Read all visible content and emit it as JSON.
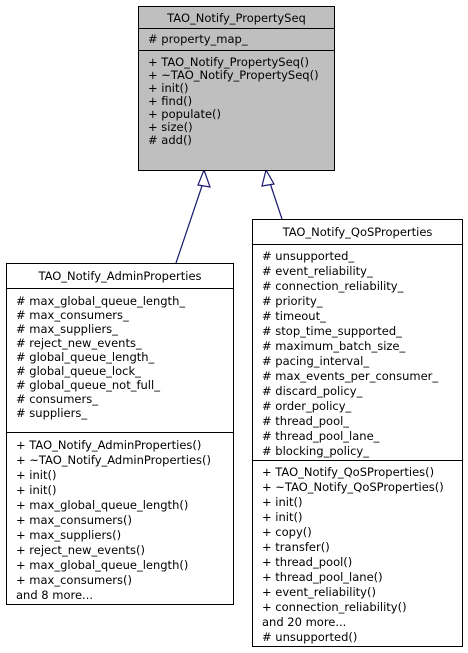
{
  "classes": {
    "property_seq": {
      "name": "TAO_Notify_PropertySeq",
      "attributes": [
        "# property_map_"
      ],
      "methods": [
        "+ TAO_Notify_PropertySeq()",
        "+ ~TAO_Notify_PropertySeq()",
        "+ init()",
        "+ find()",
        "+ populate()",
        "+ size()",
        "# add()"
      ]
    },
    "admin_properties": {
      "name": "TAO_Notify_AdminProperties",
      "attributes": [
        "# max_global_queue_length_",
        "# max_consumers_",
        "# max_suppliers_",
        "# reject_new_events_",
        "# global_queue_length_",
        "# global_queue_lock_",
        "# global_queue_not_full_",
        "# consumers_",
        "# suppliers_"
      ],
      "methods": [
        "+ TAO_Notify_AdminProperties()",
        "+ ~TAO_Notify_AdminProperties()",
        "+ init()",
        "+ init()",
        "+ max_global_queue_length()",
        "+ max_consumers()",
        "+ max_suppliers()",
        "+ reject_new_events()",
        "+ max_global_queue_length()",
        "+ max_consumers()",
        "and 8 more..."
      ]
    },
    "qos_properties": {
      "name": "TAO_Notify_QoSProperties",
      "attributes": [
        "# unsupported_",
        "# event_reliability_",
        "# connection_reliability_",
        "# priority_",
        "# timeout_",
        "# stop_time_supported_",
        "# maximum_batch_size_",
        "# pacing_interval_",
        "# max_events_per_consumer_",
        "# discard_policy_",
        "# order_policy_",
        "# thread_pool_",
        "# thread_pool_lane_",
        "# blocking_policy_"
      ],
      "methods": [
        "+ TAO_Notify_QoSProperties()",
        "+ ~TAO_Notify_QoSProperties()",
        "+ init()",
        "+ init()",
        "+ copy()",
        "+ transfer()",
        "+ thread_pool()",
        "+ thread_pool_lane()",
        "+ event_reliability()",
        "+ connection_reliability()",
        "and 20 more...",
        "# unsupported()"
      ]
    }
  },
  "edges": [
    {
      "from": "admin_properties",
      "to": "property_seq",
      "relation": "inheritance"
    },
    {
      "from": "qos_properties",
      "to": "property_seq",
      "relation": "inheritance"
    }
  ]
}
